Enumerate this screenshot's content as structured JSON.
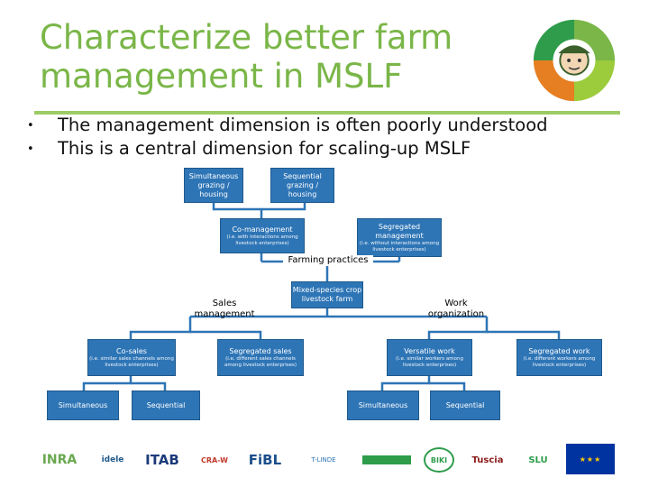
{
  "slide": {
    "title": "Characterize better farm management in MSLF",
    "bullets": [
      "The management dimension is often poorly understood",
      "This is a central dimension for scaling-up MSLF"
    ],
    "bullet_symbol": "•"
  },
  "diagram": {
    "nodes": {
      "simultaneous_grazing": "Simultaneous grazing / housing",
      "sequential_grazing": "Sequential grazing / housing",
      "co_management": "Co-management",
      "co_management_note": "(i.e. with interactions among livestock enterprises)",
      "segregated_management": "Segregated management",
      "segregated_management_note": "(i.e. without interactions among livestock enterprises)",
      "farming_practices": "Farming practices",
      "mixed_species_farm": "Mixed-species crop livestock farm",
      "sales_management": "Sales management",
      "work_organization": "Work organization",
      "co_sales": "Co-sales",
      "co_sales_note": "(i.e. similar sales channels among livestock enterprises)",
      "segregated_sales": "Segregated sales",
      "segregated_sales_note": "(i.e. different sales channels among livestock enterprises)",
      "versatile_work": "Versatile work",
      "versatile_work_note": "(i.e. similar workers among livestock enterprises)",
      "segregated_work": "Segregated work",
      "segregated_work_note": "(i.e. different workers among livestock enterprises)",
      "sales_simultaneous": "Simultaneous",
      "sales_sequential": "Sequential",
      "work_simultaneous": "Simultaneous",
      "work_sequential": "Sequential"
    },
    "colors": {
      "box": "#2e75b6",
      "connector": "#2e75b6",
      "accent": "#7ab648"
    }
  },
  "logos": [
    {
      "name": "inra-logo",
      "text": "INRA"
    },
    {
      "name": "idele-logo",
      "text": "idele"
    },
    {
      "name": "itab-logo",
      "text": "ITAB"
    },
    {
      "name": "weihenstephan-logo",
      "text": "CRA-W"
    },
    {
      "name": "fibl-logo",
      "text": "FiBL"
    },
    {
      "name": "t-linde-logo",
      "text": "T-LINDE"
    },
    {
      "name": "green-logo",
      "text": ""
    },
    {
      "name": "biki-logo",
      "text": "BIKI"
    },
    {
      "name": "tuscia-logo",
      "text": "Tuscia"
    },
    {
      "name": "slu-logo",
      "text": "SLU"
    },
    {
      "name": "eu-flag-logo",
      "text": ""
    }
  ]
}
